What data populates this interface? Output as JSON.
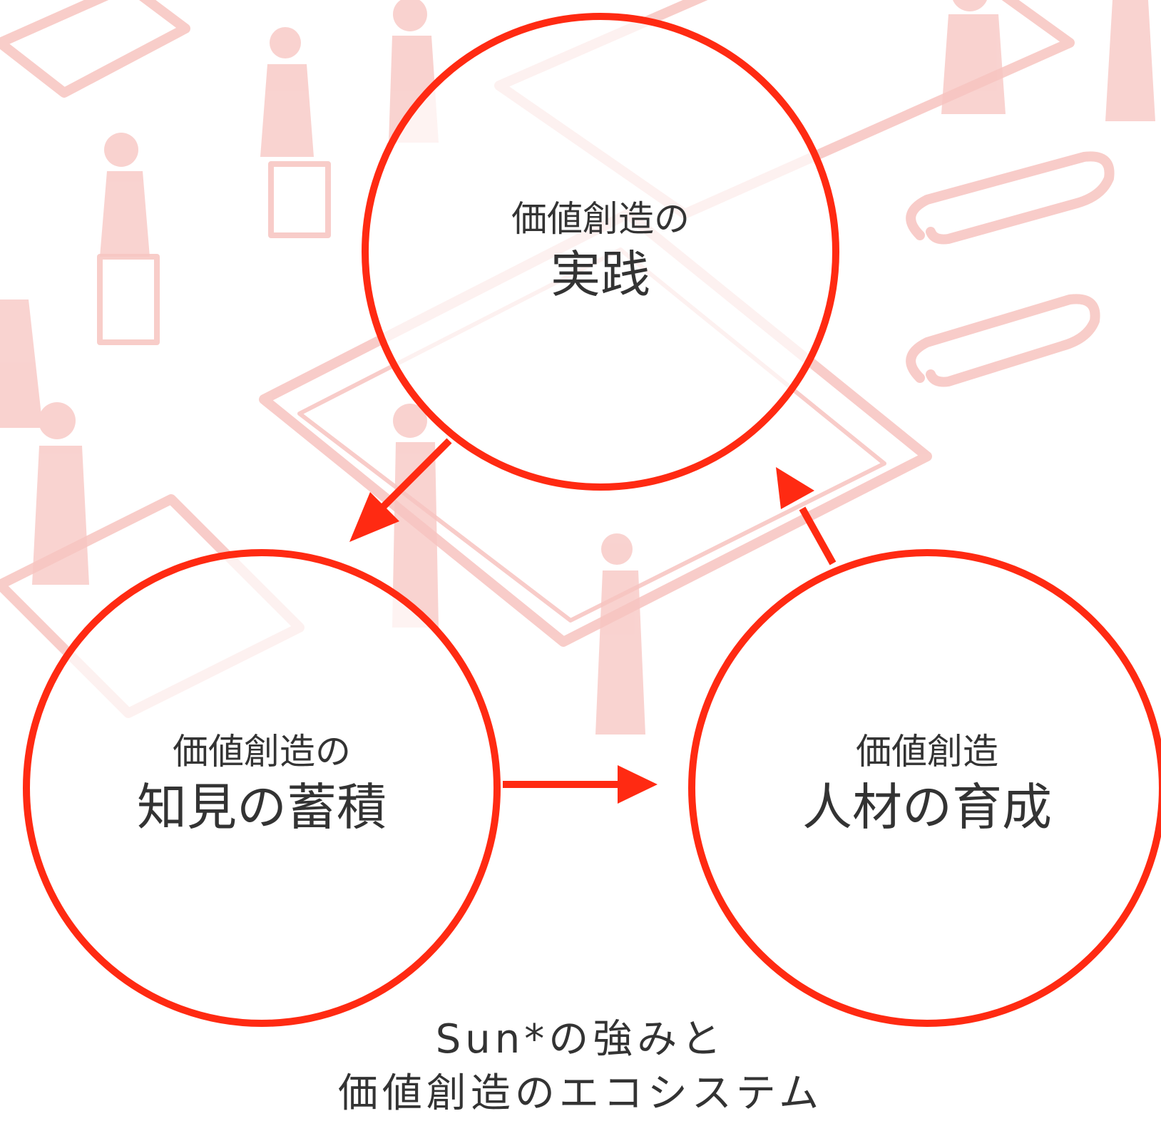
{
  "colors": {
    "accent": "#ff2a12",
    "illustration": "#f7c4c0",
    "text": "#333333",
    "background": "#ffffff"
  },
  "nodes": {
    "top": {
      "sub": "価値創造の",
      "main": "実践"
    },
    "left": {
      "sub": "価値創造の",
      "main": "知見の蓄積"
    },
    "right": {
      "sub": "価値創造",
      "main": "人材の育成"
    }
  },
  "caption": {
    "line1": "Sun*の強みと",
    "line2": "価値創造のエコシステム"
  }
}
